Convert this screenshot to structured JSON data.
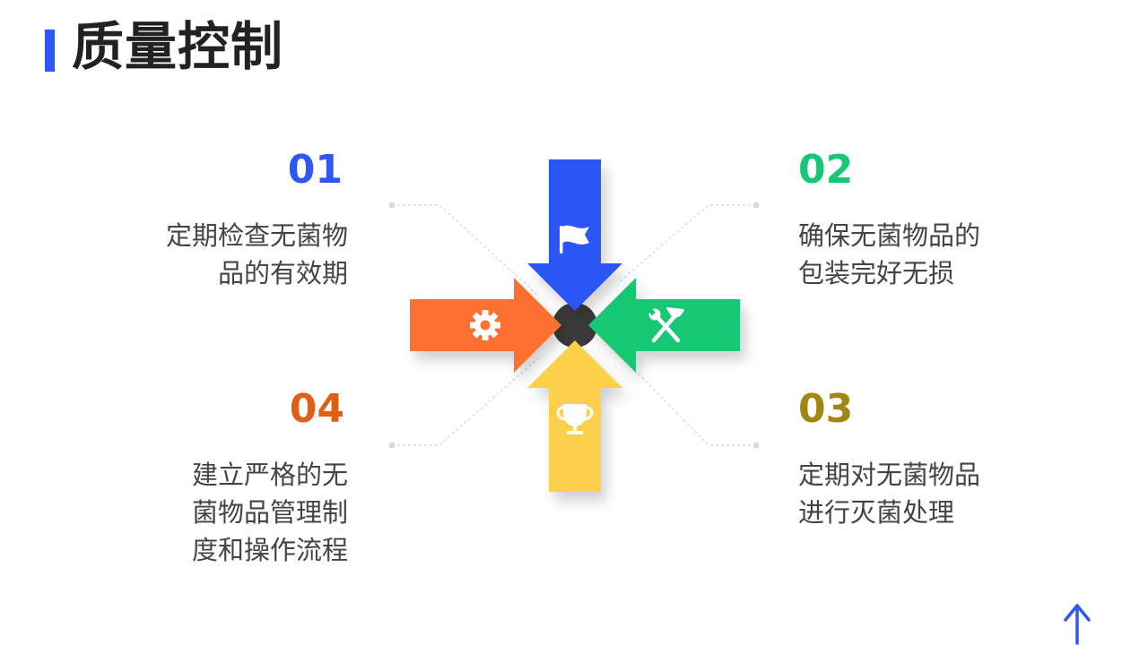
{
  "title": "质量控制",
  "items": [
    {
      "number": "01",
      "text_lines": [
        "定期检查无菌物",
        "品的有效期"
      ],
      "color": "#2f57f5",
      "icon": "flag-icon"
    },
    {
      "number": "02",
      "text_lines": [
        "确保无菌物品的",
        "包装完好无损"
      ],
      "color": "#16c775",
      "icon": "tools-icon"
    },
    {
      "number": "03",
      "text_lines": [
        "定期对无菌物品",
        "进行灭菌处理"
      ],
      "color": "#a08714",
      "icon": "trophy-icon"
    },
    {
      "number": "04",
      "text_lines": [
        "建立严格的无",
        "菌物品管理制",
        "度和操作流程"
      ],
      "color": "#e25e13",
      "icon": "gear-icon"
    }
  ],
  "arrow_colors": {
    "top": "#2b57f6",
    "right": "#12c873",
    "bottom": "#fdd04b",
    "left": "#fc7130",
    "center": "#3a3a3a"
  },
  "nav": {
    "icon": "up-arrow-icon",
    "color": "#2f57f5"
  }
}
